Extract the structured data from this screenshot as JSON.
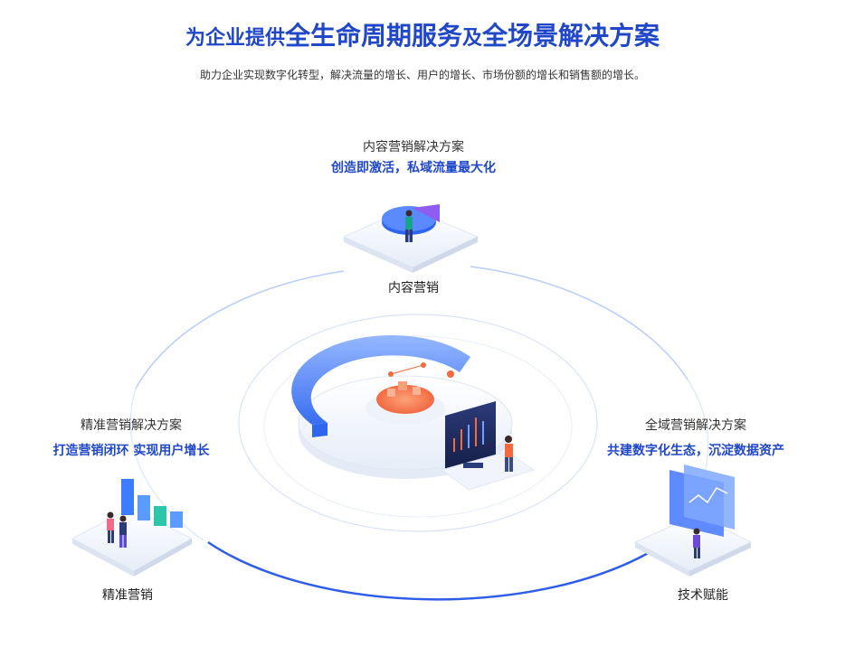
{
  "header": {
    "title_prefix": "为企业提供",
    "title_main": "全生命周期服务",
    "title_join": "及",
    "title_end": "全场景解决方案",
    "subtitle": "助力企业实现数字化转型，解决流量的增长、用户的增长、市场份额的增长和销售额的增长。"
  },
  "top": {
    "heading": "内容营销解决方案",
    "slogan": "创造即激活，私域流量最大化",
    "label": "内容营销"
  },
  "left": {
    "heading": "精准营销解决方案",
    "slogan": "打造营销闭环 实现用户增长",
    "label": "精准营销"
  },
  "right": {
    "heading": "全域营销解决方案",
    "slogan": "共建数字化生态，沉淀数据资产",
    "label": "技术赋能"
  },
  "colors": {
    "brand_blue": "#1f47c8",
    "accent_orange": "#f26a3d",
    "light_blue": "#7fa8ff"
  }
}
